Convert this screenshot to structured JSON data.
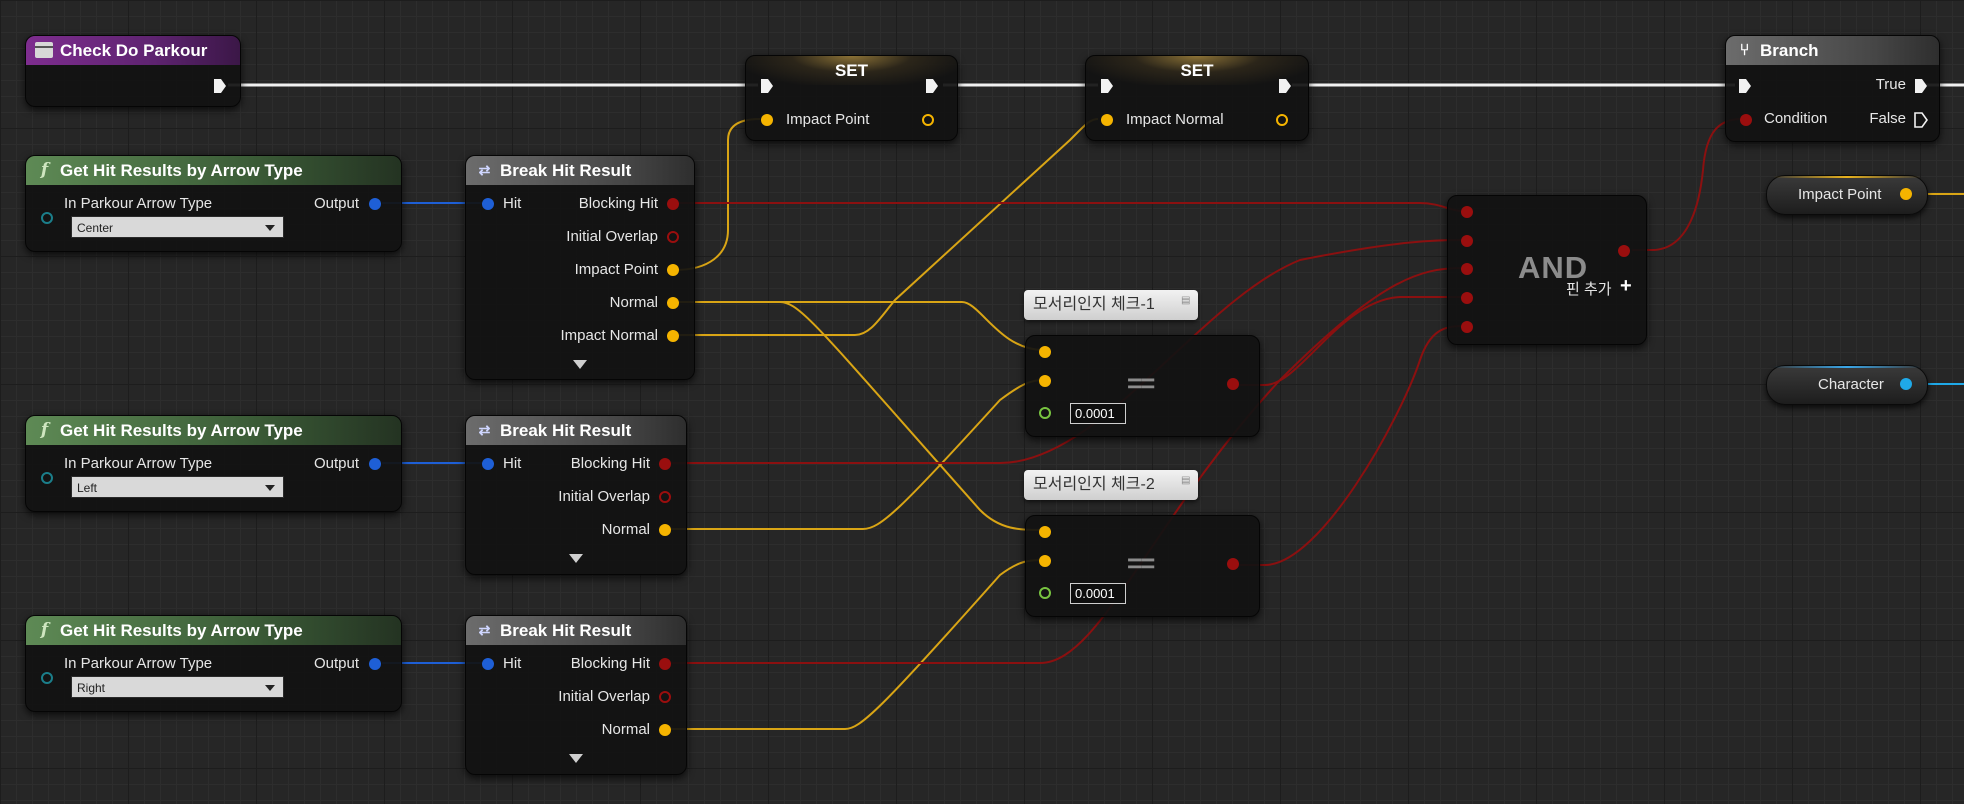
{
  "nodes": {
    "event": {
      "title": "Check Do Parkour"
    },
    "get1": {
      "title": "Get Hit Results by Arrow Type",
      "in_label": "In Parkour Arrow Type",
      "out_label": "Output",
      "dropdown_value": "Center"
    },
    "get2": {
      "title": "Get Hit Results by Arrow Type",
      "in_label": "In Parkour Arrow Type",
      "out_label": "Output",
      "dropdown_value": "Left"
    },
    "get3": {
      "title": "Get Hit Results by Arrow Type",
      "in_label": "In Parkour Arrow Type",
      "out_label": "Output",
      "dropdown_value": "Right"
    },
    "break1": {
      "title": "Break Hit Result",
      "hit": "Hit",
      "outputs": [
        "Blocking Hit",
        "Initial Overlap",
        "Impact Point",
        "Normal",
        "Impact Normal"
      ]
    },
    "break2": {
      "title": "Break Hit Result",
      "hit": "Hit",
      "outputs": [
        "Blocking Hit",
        "Initial Overlap",
        "Normal"
      ]
    },
    "break3": {
      "title": "Break Hit Result",
      "hit": "Hit",
      "outputs": [
        "Blocking Hit",
        "Initial Overlap",
        "Normal"
      ]
    },
    "set1": {
      "title": "SET",
      "pin": "Impact Point"
    },
    "set2": {
      "title": "SET",
      "pin": "Impact Normal"
    },
    "and": {
      "title": "AND",
      "add_pin": "핀 추가"
    },
    "branch": {
      "title": "Branch",
      "condition": "Condition",
      "true_label": "True",
      "false_label": "False"
    },
    "eq1": {
      "symbol": "==",
      "tolerance": "0.0001",
      "comment": "모서리인지 체크-1"
    },
    "eq2": {
      "symbol": "==",
      "tolerance": "0.0001",
      "comment": "모서리인지 체크-2"
    },
    "var_impact": {
      "label": "Impact Point"
    },
    "var_character": {
      "label": "Character"
    }
  },
  "icons": {
    "event": "event-icon",
    "function": "function-icon",
    "break": "break-struct-icon",
    "branch": "branch-icon",
    "add": "plus-icon",
    "comment_pin": "pushpin-icon",
    "expand": "expand-arrow-icon"
  },
  "colors": {
    "exec_wire": "#f2f2f2",
    "vector_pin": "#f5b400",
    "bool_pin": "#9a0e0e",
    "struct_pin": "#1e5fd6",
    "object_pin": "#1fa9e8",
    "float_pin": "#78c440",
    "event_header": "#7e2d8f",
    "function_header": "#5e8a55"
  }
}
